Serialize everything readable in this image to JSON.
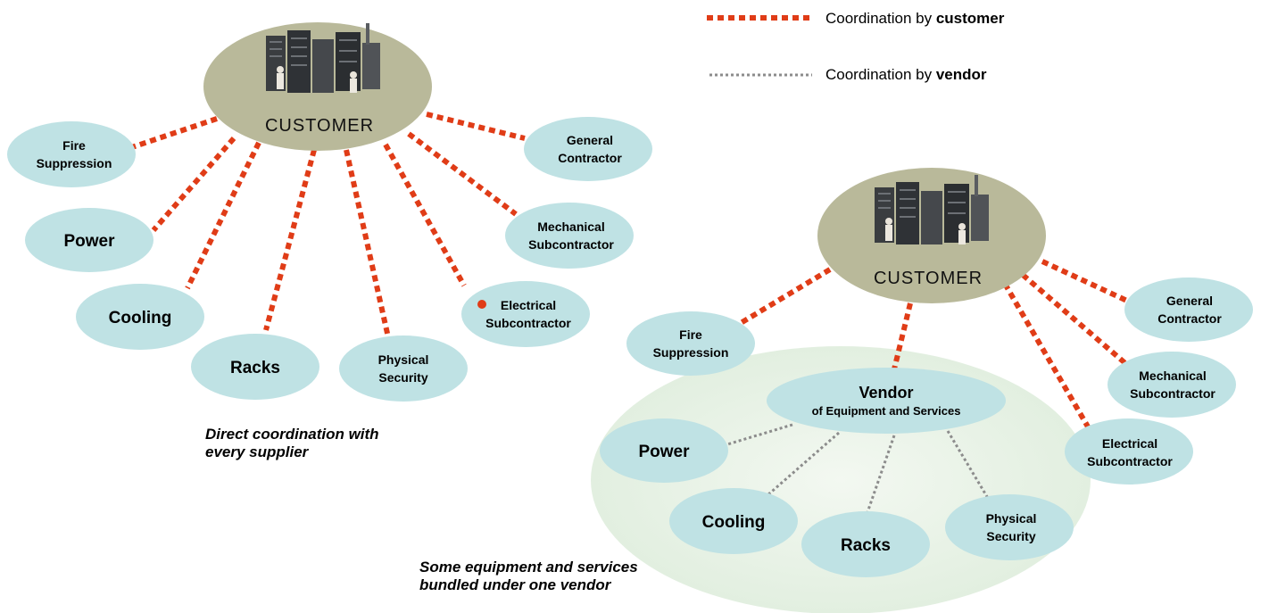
{
  "legend": {
    "customer": {
      "prefix": "Coordination by ",
      "bold": "customer"
    },
    "vendor": {
      "prefix": "Coordination by ",
      "bold": "vendor"
    }
  },
  "colors": {
    "customer_line": "#e03c17",
    "vendor_line": "#8c8c8c",
    "node_fill": "#bfe2e4",
    "customer_fill": "#b9b99a",
    "bundle_fill": "#e6f1e4",
    "marker": "#e03c17"
  },
  "left": {
    "customer_label": "CUSTOMER",
    "caption_line1": "Direct coordination with",
    "caption_line2": "every supplier",
    "nodes": {
      "fire_suppression": [
        "Fire",
        "Suppression"
      ],
      "power": [
        "Power"
      ],
      "cooling": [
        "Cooling"
      ],
      "racks": [
        "Racks"
      ],
      "physical_security": [
        "Physical",
        "Security"
      ],
      "electrical_subcontractor": [
        "Electrical",
        "Subcontractor"
      ],
      "mechanical_subcontractor": [
        "Mechanical",
        "Subcontractor"
      ],
      "general_contractor": [
        "General",
        "Contractor"
      ]
    }
  },
  "right": {
    "customer_label": "CUSTOMER",
    "caption_line1": "Some equipment and services",
    "caption_line2": "bundled under one vendor",
    "vendor_title": "Vendor",
    "vendor_subtitle": "of Equipment and Services",
    "nodes": {
      "fire_suppression": [
        "Fire",
        "Suppression"
      ],
      "power": [
        "Power"
      ],
      "cooling": [
        "Cooling"
      ],
      "racks": [
        "Racks"
      ],
      "physical_security": [
        "Physical",
        "Security"
      ],
      "electrical_subcontractor": [
        "Electrical",
        "Subcontractor"
      ],
      "mechanical_subcontractor": [
        "Mechanical",
        "Subcontractor"
      ],
      "general_contractor": [
        "General",
        "Contractor"
      ]
    }
  },
  "icons": {
    "server_rack": "server-rack-illustration"
  }
}
